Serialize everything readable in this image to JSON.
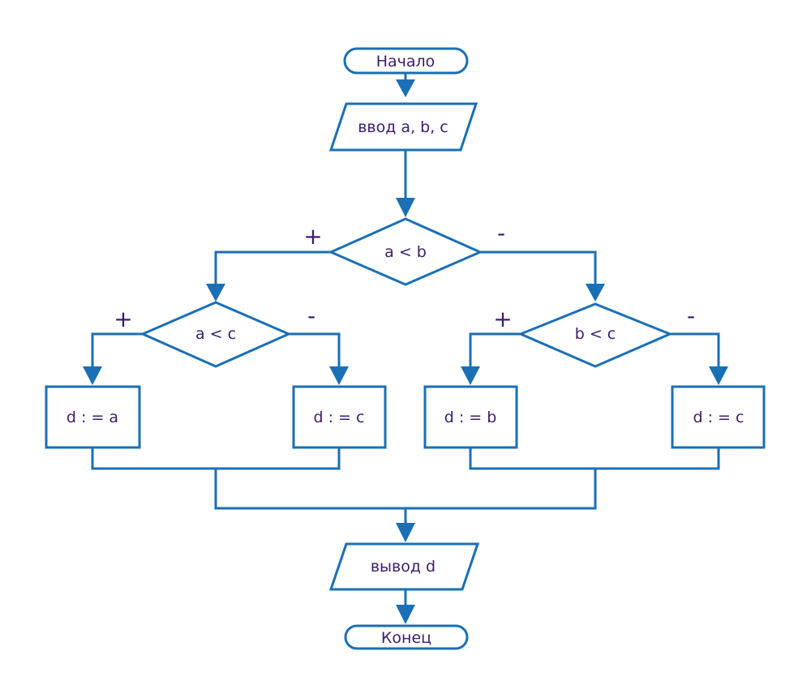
{
  "colors": {
    "stroke": "#1a6fb5",
    "text": "#3b1d6e",
    "background": "#ffffff"
  },
  "nodes": {
    "start": "Начало",
    "input": "ввод a, b, c",
    "cond_ab": "a < b",
    "cond_ac": "a < c",
    "cond_bc": "b < c",
    "assign_a": "d : = a",
    "assign_c_left": "d : = c",
    "assign_b": "d : = b",
    "assign_c_right": "d : = c",
    "output": "вывод d",
    "end": "Конец"
  },
  "branch_labels": {
    "ab_yes": "+",
    "ab_no": "-",
    "ac_yes": "+",
    "ac_no": "-",
    "bc_yes": "+",
    "bc_no": "-"
  }
}
